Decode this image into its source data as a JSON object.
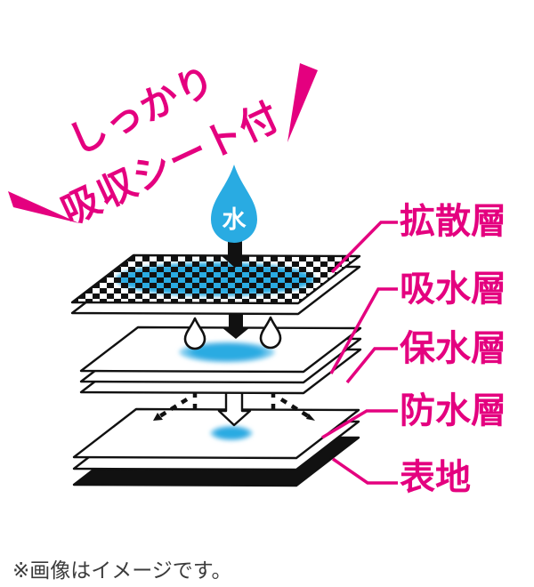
{
  "slogan": {
    "line1": "しっかり",
    "line2": "吸収シート付"
  },
  "droplet": {
    "label": "水"
  },
  "labels": {
    "diffusion": "拡散層",
    "absorption": "吸水層",
    "retention": "保水層",
    "waterproof": "防水層",
    "outer_fabric": "表地"
  },
  "footnote": "※画像はイメージです。",
  "colors": {
    "magenta": "#e4007f",
    "blue": "#29abe2"
  }
}
